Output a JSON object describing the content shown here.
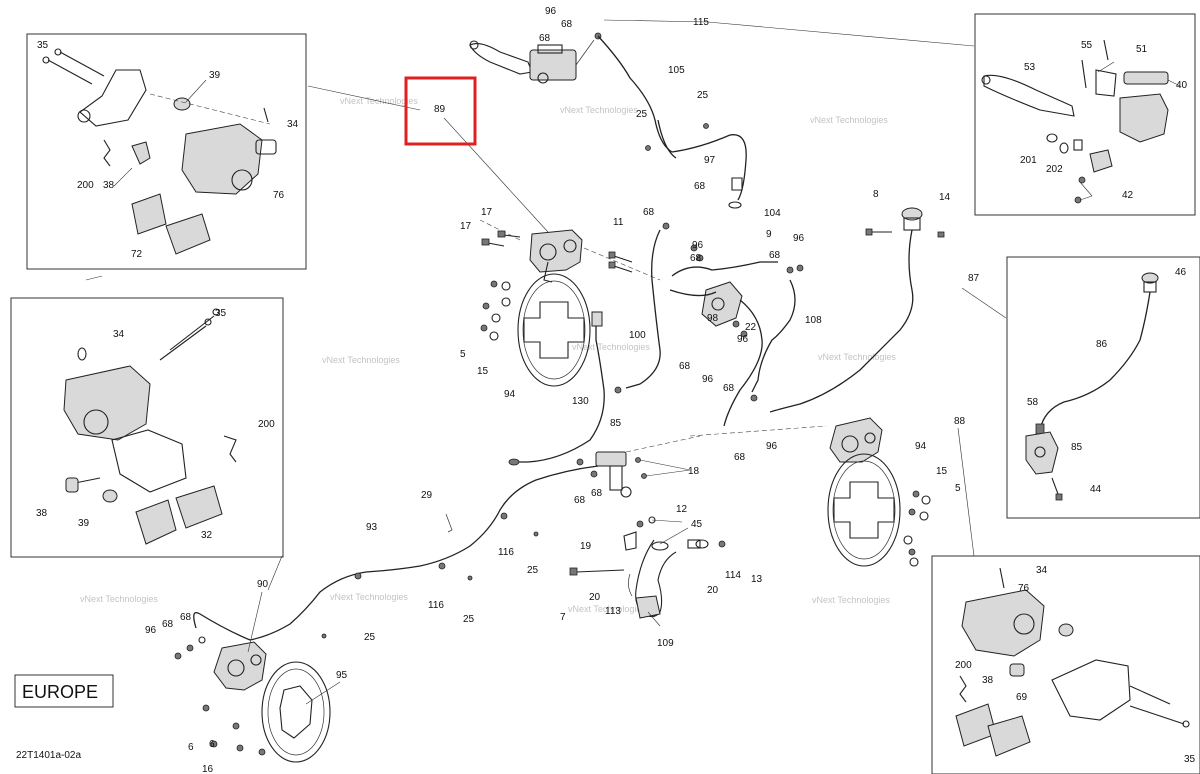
{
  "region_label": "EUROPE",
  "diagram_ref": "22T1401a-02a",
  "watermark": "vNext Technologies",
  "highlight_color": "#e02020",
  "highlighted_callout": "89",
  "callouts": {
    "p1_35": "35",
    "p1_39": "39",
    "p1_34": "34",
    "p1_200": "200",
    "p1_38": "38",
    "p1_76": "76",
    "p1_72": "72",
    "p2_34": "34",
    "p2_35": "35",
    "p2_200": "200",
    "p2_38": "38",
    "p2_39": "39",
    "p2_32": "32",
    "p3_55": "55",
    "p3_51": "51",
    "p3_53": "53",
    "p3_40": "40",
    "p3_201": "201",
    "p3_202": "202",
    "p3_42": "42",
    "p4_46": "46",
    "p4_86": "86",
    "p4_58": "58",
    "p4_85": "85",
    "p4_44": "44",
    "p5_34": "34",
    "p5_76": "76",
    "p5_200": "200",
    "p5_38": "38",
    "p5_69": "69",
    "p5_35": "35",
    "m_96a": "96",
    "m_68a": "68",
    "m_68b": "68",
    "m_115": "115",
    "m_105": "105",
    "m_25a": "25",
    "m_25b": "25",
    "m_97": "97",
    "m_68c": "68",
    "m_89": "89",
    "m_17a": "17",
    "m_17b": "17",
    "m_11": "11",
    "m_68d": "68",
    "m_104": "104",
    "m_9": "9",
    "m_96b": "96",
    "m_96c": "96",
    "m_68e": "68",
    "m_68f": "68",
    "m_8": "8",
    "m_14": "14",
    "m_87": "87",
    "m_98": "98",
    "m_22": "22",
    "m_108": "108",
    "m_100": "100",
    "m_96d": "96",
    "m_68g": "68",
    "m_96e": "96",
    "m_68h": "68",
    "m_5a": "5",
    "m_15a": "15",
    "m_94a": "94",
    "m_130": "130",
    "m_85": "85",
    "m_18": "18",
    "m_68i": "68",
    "m_68j": "68",
    "m_96f": "96",
    "m_68k": "68",
    "m_88": "88",
    "m_94b": "94",
    "m_15b": "15",
    "m_5b": "5",
    "m_29": "29",
    "m_93": "93",
    "m_12": "12",
    "m_45": "45",
    "m_19": "19",
    "m_116a": "116",
    "m_25c": "25",
    "m_116b": "116",
    "m_25d": "25",
    "m_20a": "20",
    "m_7": "7",
    "m_113": "113",
    "m_20b": "20",
    "m_114": "114",
    "m_13": "13",
    "m_109": "109",
    "m_90": "90",
    "m_68l": "68",
    "m_96g": "96",
    "m_68m": "68",
    "m_25e": "25",
    "m_95": "95",
    "m_6a": "6",
    "m_6b": "6",
    "m_16": "16"
  }
}
